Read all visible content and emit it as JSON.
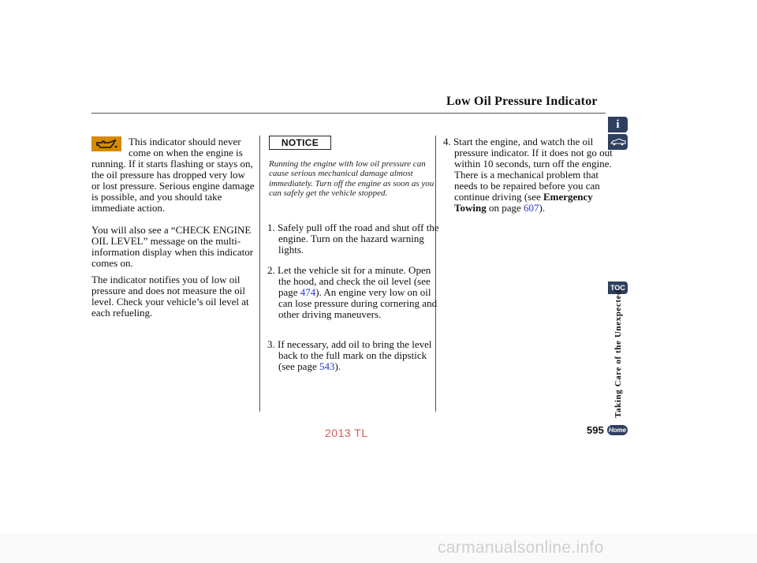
{
  "header": {
    "title": "Low Oil Pressure Indicator"
  },
  "left_column": {
    "intro_lines": [
      "This indicator should never",
      "come on when the engine is"
    ],
    "intro_rest": "running. If it starts flashing or stays on, the oil pressure has dropped very low or lost pressure. Serious engine damage is possible, and you should take immediate action.",
    "para2": "You will also see a “CHECK ENGINE OIL LEVEL” message on the multi-information display when this indicator comes on.",
    "para3": "The indicator notifies you of low oil pressure and does not measure the oil level. Check your vehicle’s oil level at each refueling."
  },
  "middle_column": {
    "notice_label": "NOTICE",
    "notice_text": "Running the engine with low oil pressure can cause serious mechanical damage almost immediately. Turn off the engine as soon as you can safely get the vehicle stopped.",
    "steps": [
      {
        "num": "1.",
        "text": "Safely pull off the road and shut off the engine. Turn on the hazard warning lights."
      },
      {
        "num": "2.",
        "text_before": "Let the vehicle sit for a minute. Open the hood, and check the oil level (see page",
        "link": "474",
        "text_after": "). An engine very low on oil can lose pressure during cornering and other driving maneuvers."
      },
      {
        "num": "3.",
        "text_before": "If necessary, add oil to bring the level back to the full mark on the dipstick (see page",
        "link": "543",
        "text_after": ")."
      }
    ]
  },
  "right_column": {
    "step4_num": "4.",
    "step4_text": "Start the engine, and watch the oil pressure indicator. If it does not go out within 10 seconds, turn off the engine. There is a mechanical problem that needs to be repaired before you can continue driving (see",
    "step4_bold": "Emergency Towing",
    "step4_after": "on page",
    "step4_link": "607",
    "step4_end": ")."
  },
  "sidebar": {
    "toc_label": "TOC",
    "section_label": "Taking Care of the Unexpected",
    "page_number": "595",
    "home_label": "Home"
  },
  "footer": {
    "model": "2013 TL",
    "watermark": "carmanualsonline.info"
  },
  "colors": {
    "link": "#2a37c9",
    "icon_amber": "#d58a00",
    "tab_navy": "#2f3f5f",
    "model_red": "#d25a5a"
  }
}
